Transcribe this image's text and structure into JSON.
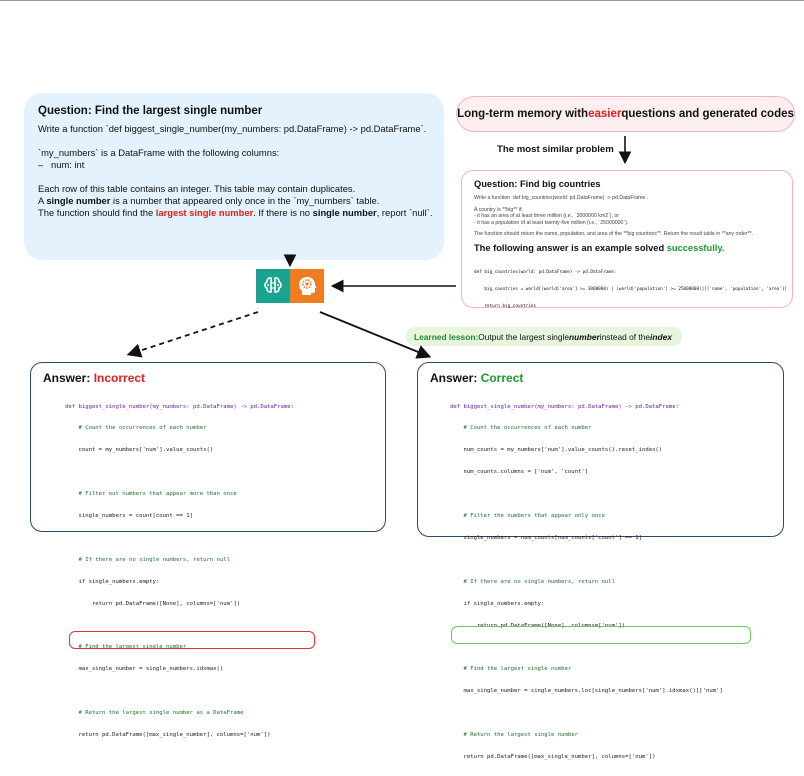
{
  "question": {
    "title": "Question: Find the largest single number",
    "line1": "Write a function `def biggest_single_number(my_numbers: pd.DataFrame) -> pd.DataFrame`.",
    "line2": "`my_numbers` is a DataFrame with the following columns:",
    "line3": "–   num: int",
    "line4": "Each row of this table contains an integer. This table may contain duplicates.",
    "line5_pre": "A ",
    "line5_bold": "single number",
    "line5_post": " is a number that appeared only once in the `my_numbers` table.",
    "line6_pre": "The function should find the ",
    "line6_red": "largest single number",
    "line6_mid": ". If there is no ",
    "line6_bold": "single number",
    "line6_post": ", report `null`."
  },
  "memory": {
    "pre": "Long-term memory with ",
    "red": "easier",
    "post": " questions and generated codes"
  },
  "similar_label": "The most similar problem",
  "similar": {
    "title": "Question: Find big countries",
    "lines": [
      "Write a function `def big_countries(world: pd.DataFrame) -> pd.DataFrame`.",
      "",
      "A country is **big** if:",
      "- it has an area of at least three million (i.e., `3000000 km2`), or",
      "- it has a population of at least twenty-five million (i.e., `25000000`).",
      "",
      "The function should return the name, population, and area of the **big countries**. Return the result table in **any order**."
    ],
    "answer_pre": "The following answer is an example solved ",
    "answer_green": "successfully.",
    "code": [
      "def big_countries(world: pd.DataFrame) -> pd.DataFrame:",
      "    big_countries = world[(world['area'] >= 3000000) | (world['population'] >= 25000000)][['name', 'population', 'area']]",
      "    return big_countries"
    ]
  },
  "lesson": {
    "label": "Learned lesson:",
    "pre": " Output the largest single ",
    "em1": "number",
    "mid": " instead of the ",
    "em2": "index"
  },
  "incorrect": {
    "title_pre": "Answer: ",
    "title_status": "Incorrect",
    "code": [
      "def biggest_single_number(my_numbers: pd.DataFrame) -> pd.DataFrame:",
      "    # Count the occurrences of each number",
      "    count = my_numbers['num'].value_counts()",
      "",
      "    # Filter out numbers that appear more than once",
      "    single_numbers = count[count == 1]",
      "",
      "    # If there are no single numbers, return null",
      "    if single_numbers.empty:",
      "        return pd.DataFrame([None], columns=['num'])",
      "",
      "    # Find the largest single number",
      "    max_single_number = single_numbers.idxmax()",
      "",
      "    # Return the largest single number as a DataFrame",
      "    return pd.DataFrame([max_single_number], columns=['num'])"
    ]
  },
  "correct": {
    "title_pre": "Answer: ",
    "title_status": "Correct",
    "code": [
      "def biggest_single_number(my_numbers: pd.DataFrame) -> pd.DataFrame:",
      "    # Count the occurrences of each number",
      "    num_counts = my_numbers['num'].value_counts().reset_index()",
      "    num_counts.columns = ['num', 'count']",
      "",
      "    # Filter the numbers that appear only once",
      "    single_numbers = num_counts[num_counts['count'] == 1]",
      "",
      "    # If there are no single numbers, return null",
      "    if single_numbers.empty:",
      "        return pd.DataFrame([None], columns=['num'])",
      "",
      "    # Find the largest single number",
      "    max_single_number = single_numbers.loc[single_numbers['num'].idxmax()]['num']",
      "",
      "    # Return the largest single number",
      "    return pd.DataFrame([max_single_number], columns=['num'])"
    ]
  },
  "colors": {
    "question_bg": "#e3f2fc",
    "memory_border": "#f1b6bd",
    "incorrect": "#e02020",
    "correct": "#1e9a2f",
    "answer_border": "#2b4a6b",
    "icon_left": "#1aa38e",
    "icon_right": "#f07c21"
  },
  "icons": [
    "model-brain-icon",
    "human-head-gear-icon"
  ]
}
